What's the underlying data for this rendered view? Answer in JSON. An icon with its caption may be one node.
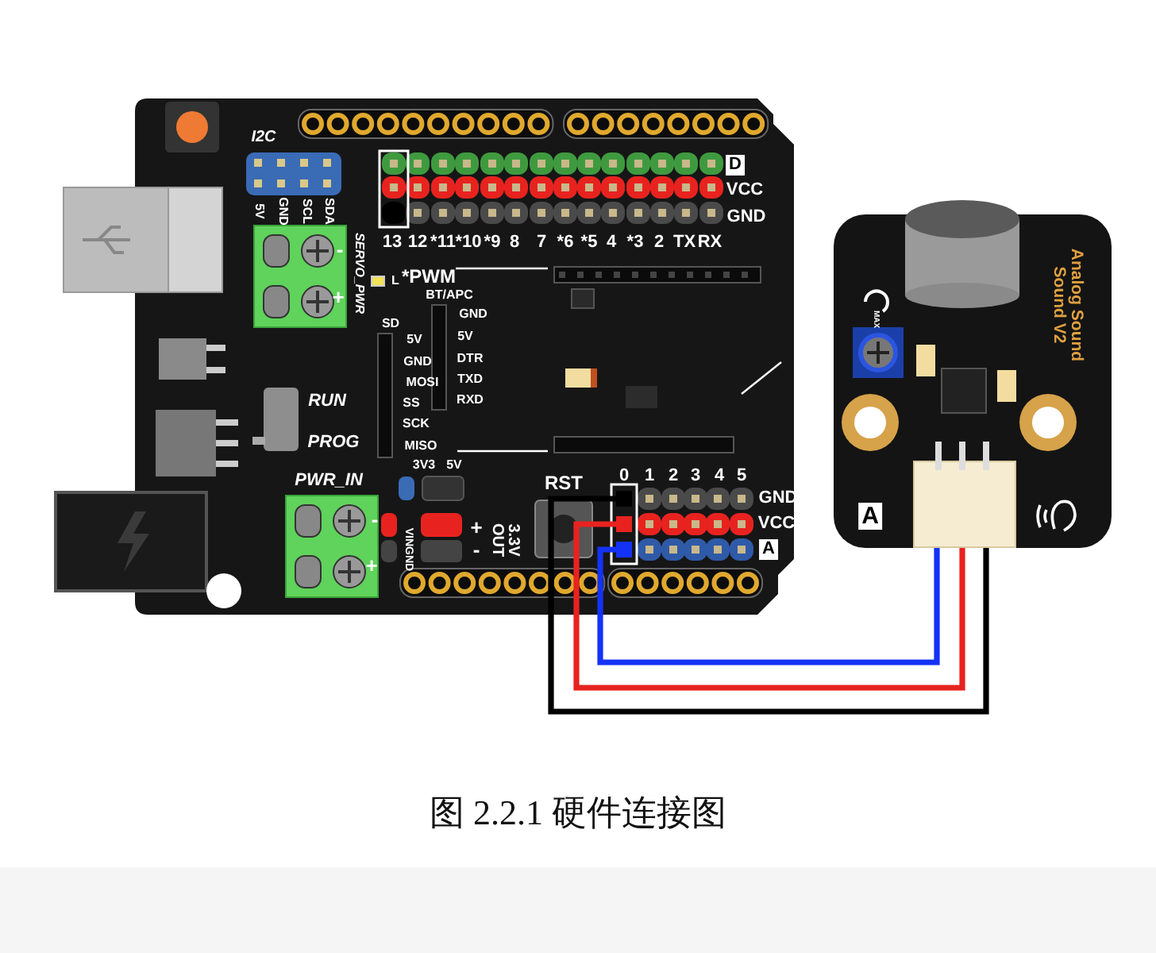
{
  "diagram": {
    "caption": "图 2.2.1 硬件连接图",
    "nodes": [
      {
        "text": [],
        "shape": "board"
      },
      {
        "text": [],
        "shape": "box",
        "in": 0
      },
      {
        "text": [],
        "shape": "box",
        "in": 0
      },
      {
        "text": [],
        "shape": "box",
        "in": 0
      },
      {
        "text": [
          "Analog Sound Sound V2"
        ]
      },
      {
        "text": [],
        "shape": "box",
        "in": 4
      }
    ],
    "edges": [
      {
        "from": 1,
        "to": 5,
        "arrow": "none",
        "color": "#000000"
      },
      {
        "from": 2,
        "to": 5,
        "arrow": "none",
        "color": "#e8231f"
      },
      {
        "from": 3,
        "to": 5,
        "arrow": "none",
        "color": "#1432f5"
      }
    ],
    "labels": [
      "I2C",
      "5V",
      "GND",
      "SCL",
      "SDA",
      "SERVO_PWR",
      "-",
      "+",
      "D",
      "VCC",
      "GND",
      "13",
      "12",
      "*11",
      "*10",
      "*9",
      "8",
      "7",
      "*6",
      "*5",
      "4",
      "*3",
      "2",
      "TX",
      "RX",
      "L",
      "*PWM",
      "BT/APC",
      "GND",
      "5V",
      "DTR",
      "TXD",
      "RXD",
      "SD",
      "5V",
      "GND",
      "MOSI",
      "SS",
      "SCK",
      "MISO",
      "RUN",
      "PROG",
      "PWR_IN",
      "-",
      "+",
      "VINGND",
      "3V3",
      "5V",
      "+",
      "-",
      "3.3V OUT",
      "RST",
      "0",
      "1",
      "2",
      "3",
      "4",
      "5",
      "GND",
      "VCC",
      "A",
      "MAX",
      "A"
    ]
  }
}
